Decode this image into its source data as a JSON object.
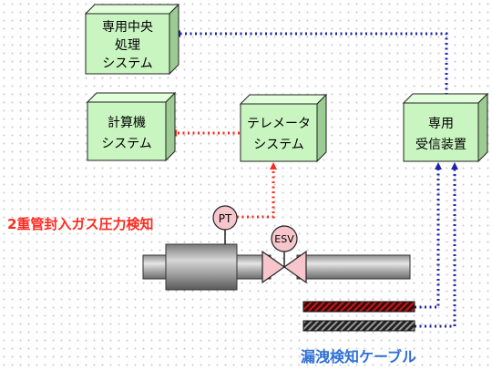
{
  "boxes": {
    "central": {
      "lines": [
        "専用中央",
        "処理",
        "システム"
      ]
    },
    "computer": {
      "lines": [
        "計算機",
        "システム"
      ]
    },
    "telemeter": {
      "lines": [
        "テレメータ",
        "システム"
      ]
    },
    "receiver": {
      "lines": [
        "専用",
        "受信装置"
      ]
    }
  },
  "labels": {
    "pressure": "2重管封入ガス圧力検知",
    "pt": "PT",
    "esv": "ESV",
    "cable": "漏洩検知ケーブル"
  },
  "colors": {
    "box_face": "#c9f5c1",
    "box_side": "#9ccc93",
    "red": "#ff2a1f",
    "blue": "#1f25a8",
    "cable_label": "#2f6fd6",
    "valve": "#f6c6cc"
  }
}
